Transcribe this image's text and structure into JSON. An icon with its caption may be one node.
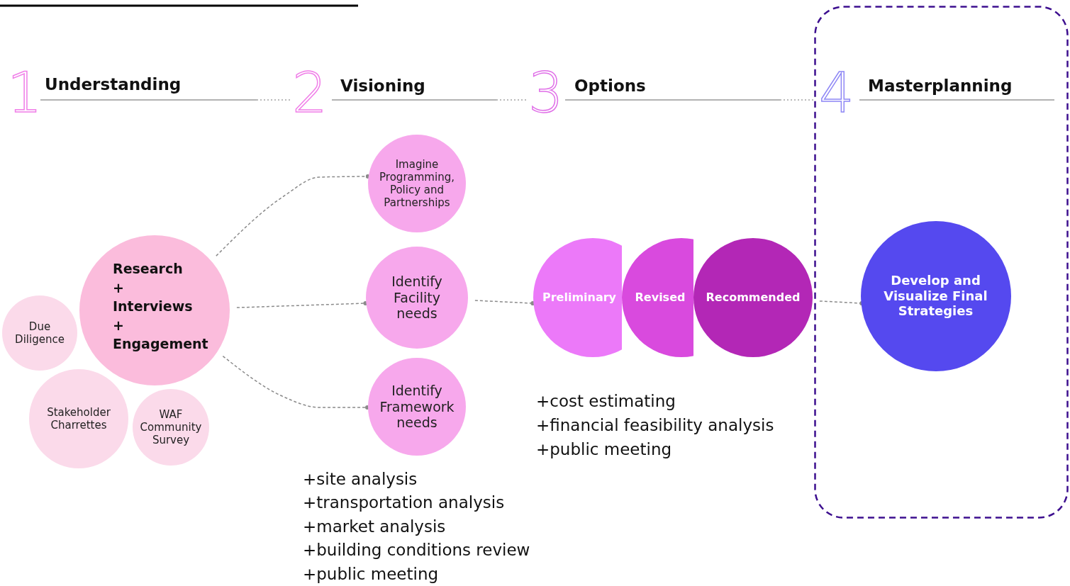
{
  "diagram": {
    "nodes": [
      {
        "text": [
          "Research",
          "+",
          "Interviews",
          "+",
          "Engagement"
        ]
      },
      {
        "text": [
          "Due Diligence"
        ]
      },
      {
        "text": [
          "Stakeholder Charrettes"
        ]
      },
      {
        "text": [
          "WAF Community Survey"
        ]
      },
      {
        "text": [
          "Imagine Programming, Policy and Partnerships"
        ]
      },
      {
        "text": [
          "Identify Facility needs"
        ]
      },
      {
        "text": [
          "Identify Framework needs"
        ]
      },
      {
        "text": [
          "Preliminary"
        ]
      },
      {
        "text": [
          "Revised"
        ]
      },
      {
        "text": [
          "Recommended"
        ]
      },
      {
        "text": [],
        "shape": "box"
      },
      {
        "text": [
          "Develop and Visualize Final Strategies"
        ],
        "in": 10
      }
    ],
    "edges": [
      {
        "from": 0,
        "to": 4,
        "arrow": "other",
        "style": "dashed"
      },
      {
        "from": 0,
        "to": 5,
        "arrow": "other",
        "style": "dashed"
      },
      {
        "from": 0,
        "to": 6,
        "arrow": "other",
        "style": "dashed"
      },
      {
        "from": 5,
        "to": 7,
        "arrow": "other",
        "style": "dashed"
      },
      {
        "from": 9,
        "to": 11,
        "arrow": "other",
        "style": "dashed"
      }
    ],
    "labels": [
      "1",
      "Understanding",
      "2",
      "Visioning",
      "3",
      "Options",
      "4",
      "Masterplanning",
      "+cost estimating",
      "+financial feasibility analysis",
      "+public meeting",
      "+site analysis",
      "+transportation analysis",
      "+market analysis",
      "+building conditions review",
      "+public meeting"
    ]
  }
}
